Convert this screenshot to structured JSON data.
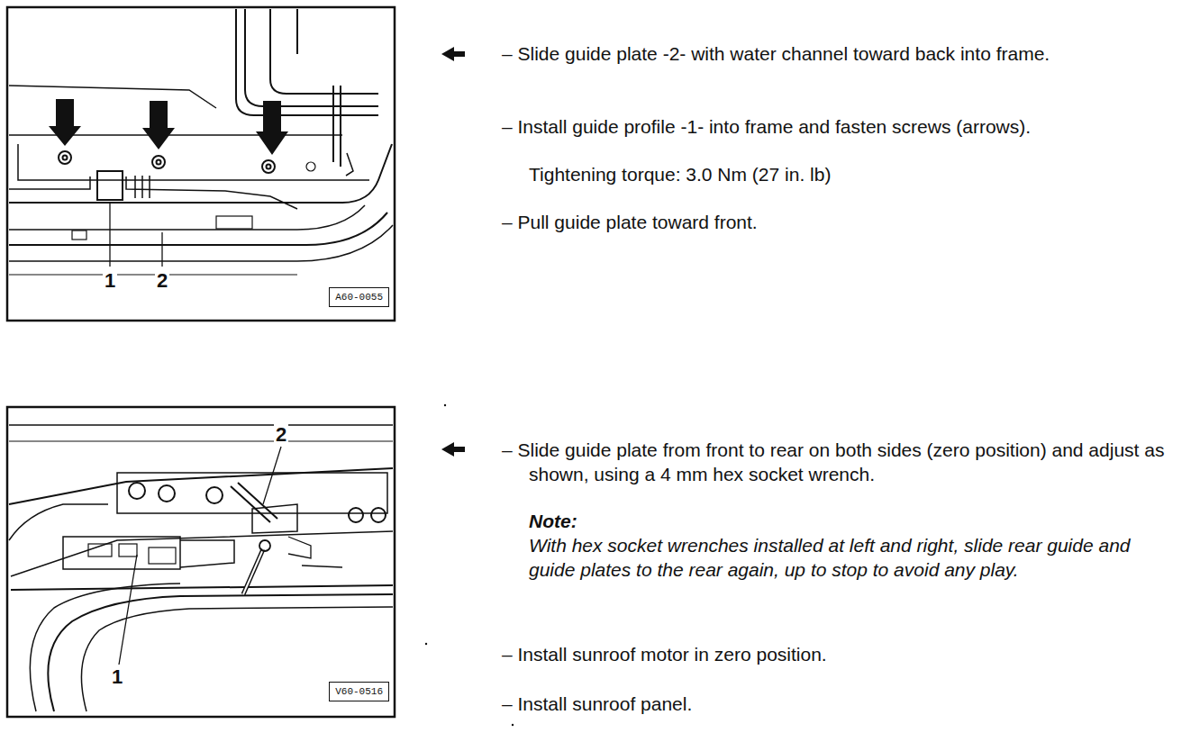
{
  "diagram": {
    "nodes": [
      {
        "text": [
          "A60-0055"
        ]
      },
      {
        "text": [
          "V60-0516"
        ]
      }
    ],
    "labels": [
      "1",
      "2",
      "– Slide guide plate -2- with water channel toward back into frame.",
      "– Install guide profile -1- into frame and fasten screws (arrows).",
      "Tightening torque: 3.0 Nm (27 in. lb)",
      "– Pull guide plate toward front.",
      "2",
      "1",
      "– Slide guide plate from front to rear on both sides (zero position) and adjust as shown, using a 4 mm hex socket wrench.",
      "Note:",
      "With hex socket wrenches installed at left and right, slide rear guide and guide plates to the rear again, up to stop to avoid any play.",
      "– Install sunroof motor in zero position.",
      "– Install sunroof panel."
    ]
  }
}
